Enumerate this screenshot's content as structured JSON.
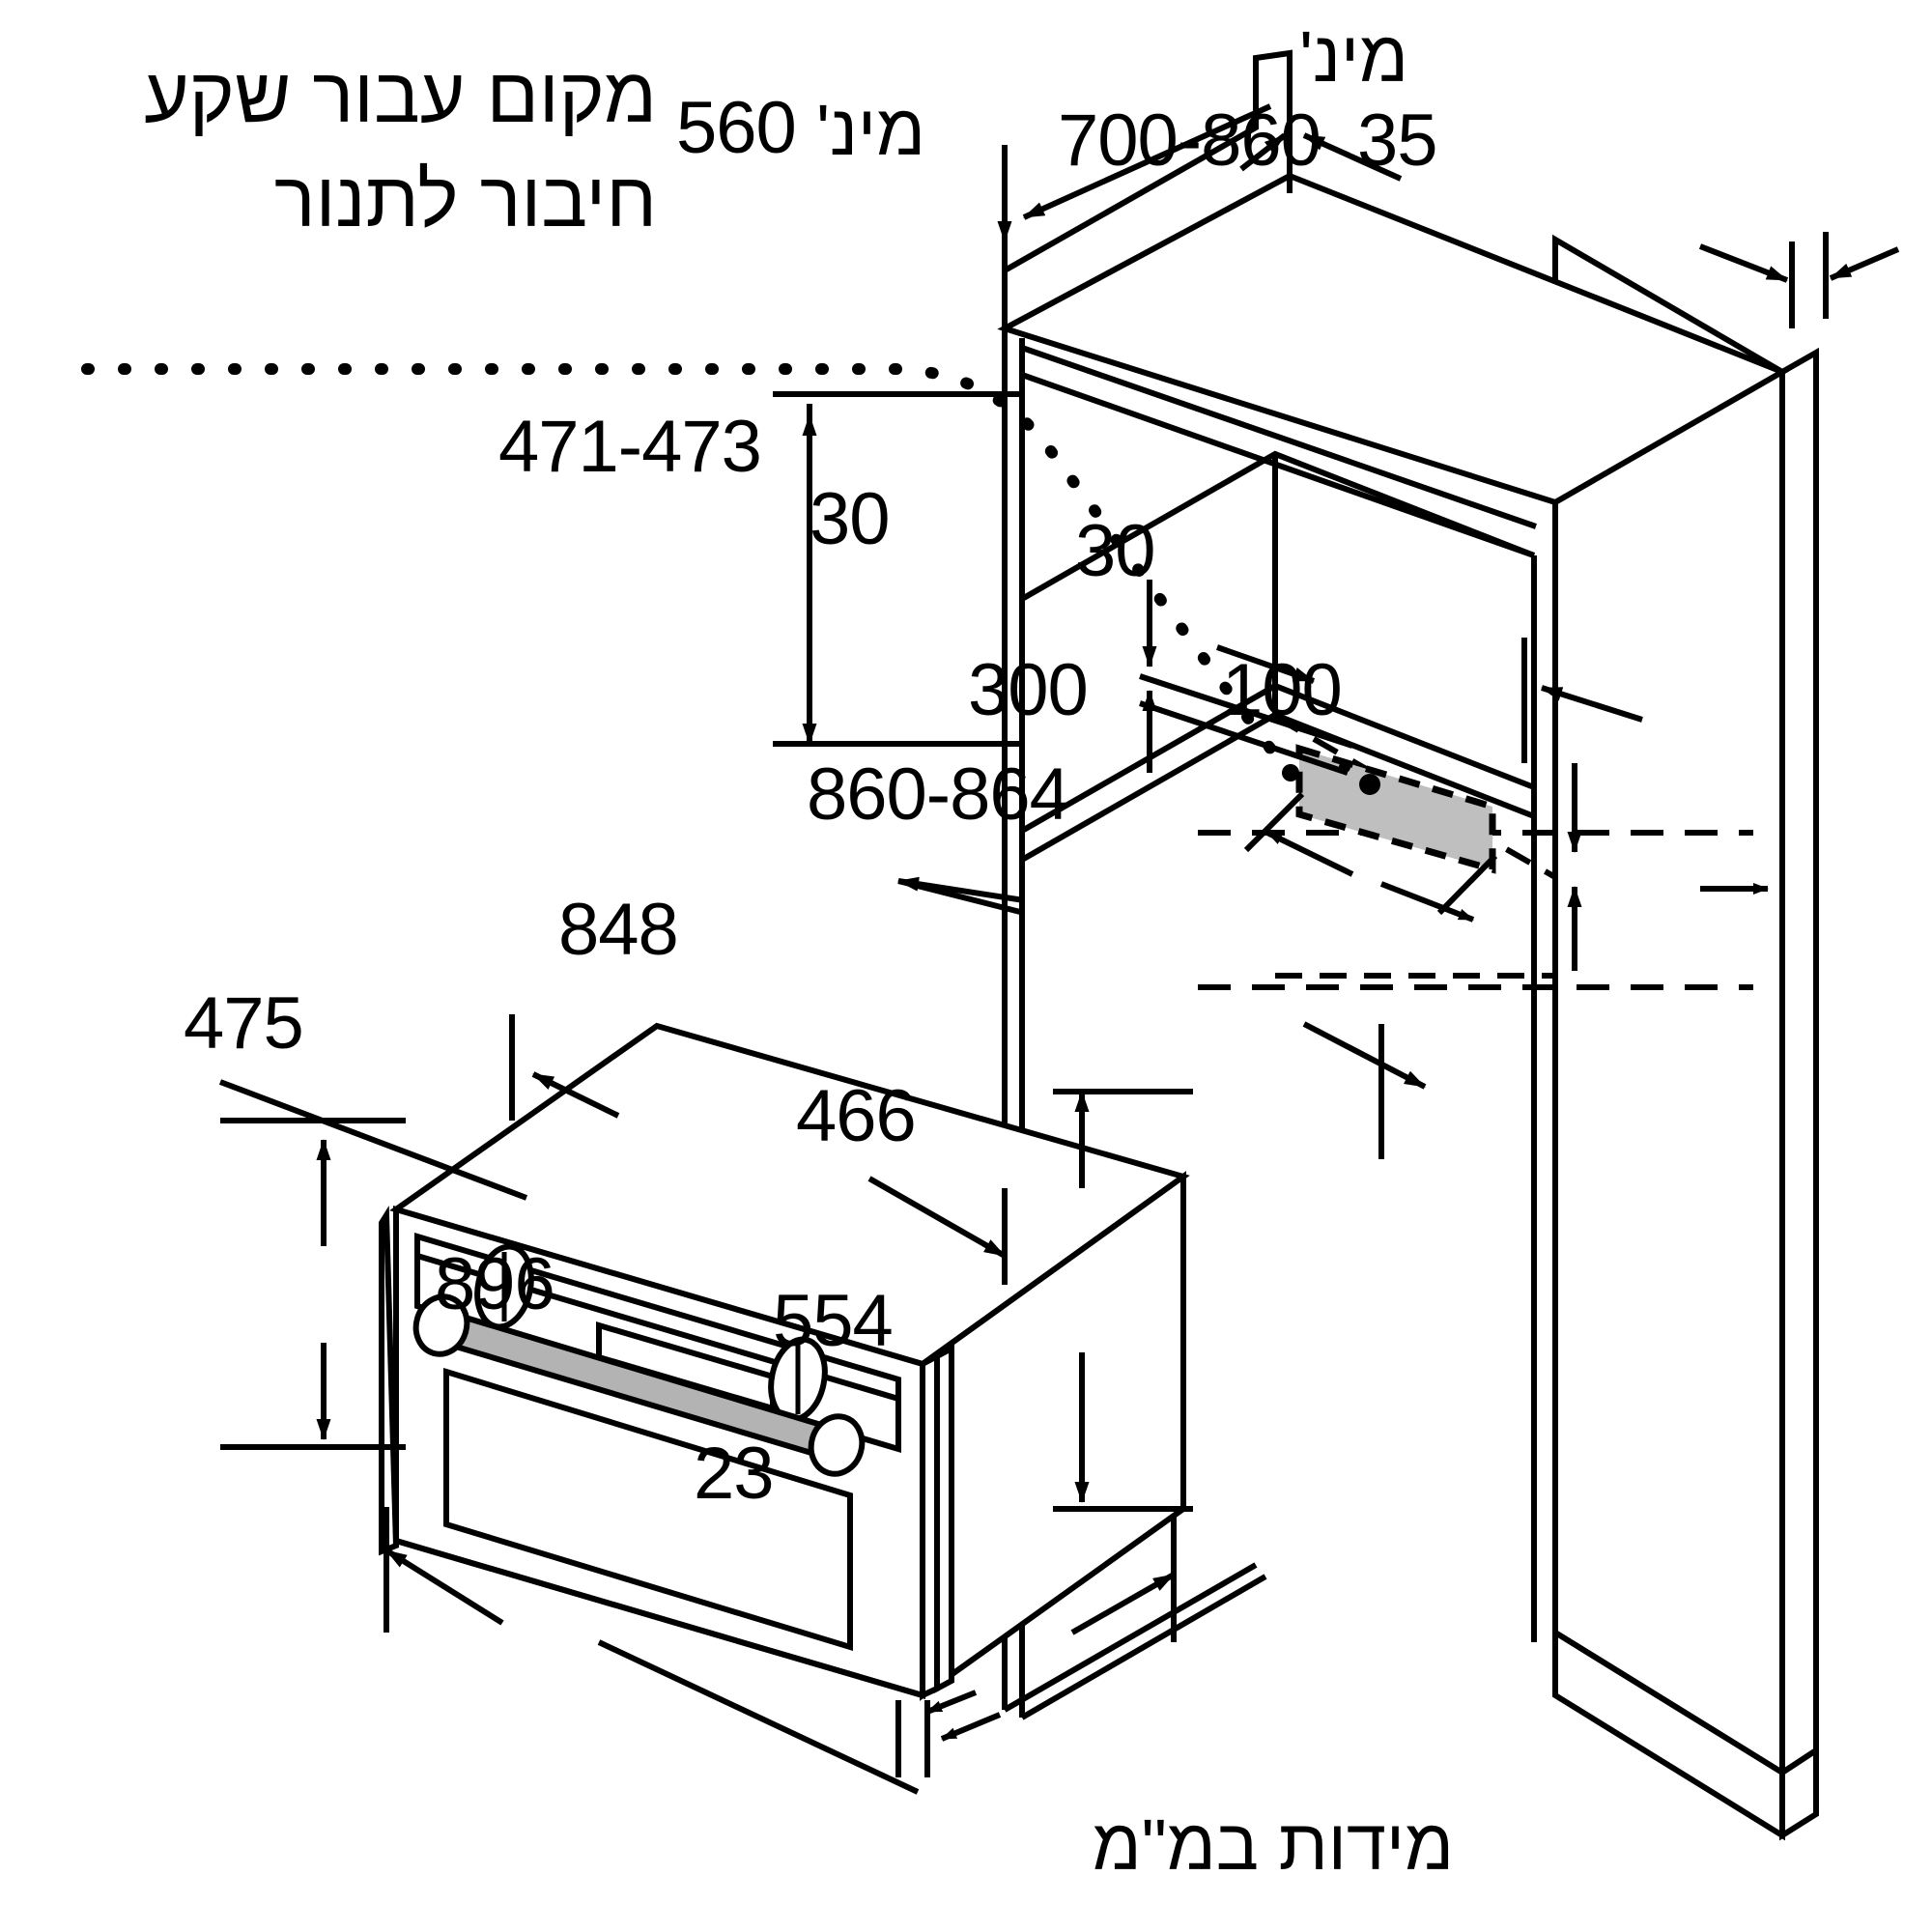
{
  "figure": {
    "kind": "technical-installation-drawing",
    "product": "built-in-oven",
    "units_note": "מידות במ\"מ",
    "socket_note_line1": "מקום עבור שקע",
    "socket_note_line2": "חיבור לתנור",
    "min_word": "מינ'"
  },
  "colors": {
    "line": "#000000",
    "background": "#ffffff",
    "socket_fill": "#bfbfbf",
    "handle_fill": "#b3b3b3"
  },
  "dimensions": {
    "niche_depth_min": "560",
    "niche_depth_min_prefix": "מינ'",
    "worktop_height_range": "700-860",
    "worktop_height_prefix": "מינ'",
    "panel_thickness": "35",
    "niche_height_range": "471-473",
    "gap_left": "30",
    "gap_right": "30",
    "socket_width": "300",
    "socket_height": "100",
    "niche_width_range": "860-864",
    "oven_front_width": "848",
    "oven_front_height": "475",
    "oven_body_height": "466",
    "oven_total_width": "896",
    "oven_body_depth": "554",
    "oven_trim_thickness": "23"
  },
  "labels": [
    {
      "id": "note-socket",
      "text": "מקום עבור שקע חיבור לתנור"
    },
    {
      "id": "dim-560",
      "text": "560"
    },
    {
      "id": "min-560",
      "text": "מינ'"
    },
    {
      "id": "dim-700-860",
      "text": "700-860"
    },
    {
      "id": "min-700-860",
      "text": "מינ'"
    },
    {
      "id": "dim-35",
      "text": "35"
    },
    {
      "id": "dim-471-473",
      "text": "471-473"
    },
    {
      "id": "dim-30-left",
      "text": "30"
    },
    {
      "id": "dim-30-right",
      "text": "30"
    },
    {
      "id": "dim-300",
      "text": "300"
    },
    {
      "id": "dim-100",
      "text": "100"
    },
    {
      "id": "dim-860-864",
      "text": "860-864"
    },
    {
      "id": "dim-848",
      "text": "848"
    },
    {
      "id": "dim-475",
      "text": "475"
    },
    {
      "id": "dim-466",
      "text": "466"
    },
    {
      "id": "dim-896",
      "text": "896"
    },
    {
      "id": "dim-554",
      "text": "554"
    },
    {
      "id": "dim-23",
      "text": "23"
    },
    {
      "id": "footer-units",
      "text": "מידות במ\"מ"
    }
  ]
}
